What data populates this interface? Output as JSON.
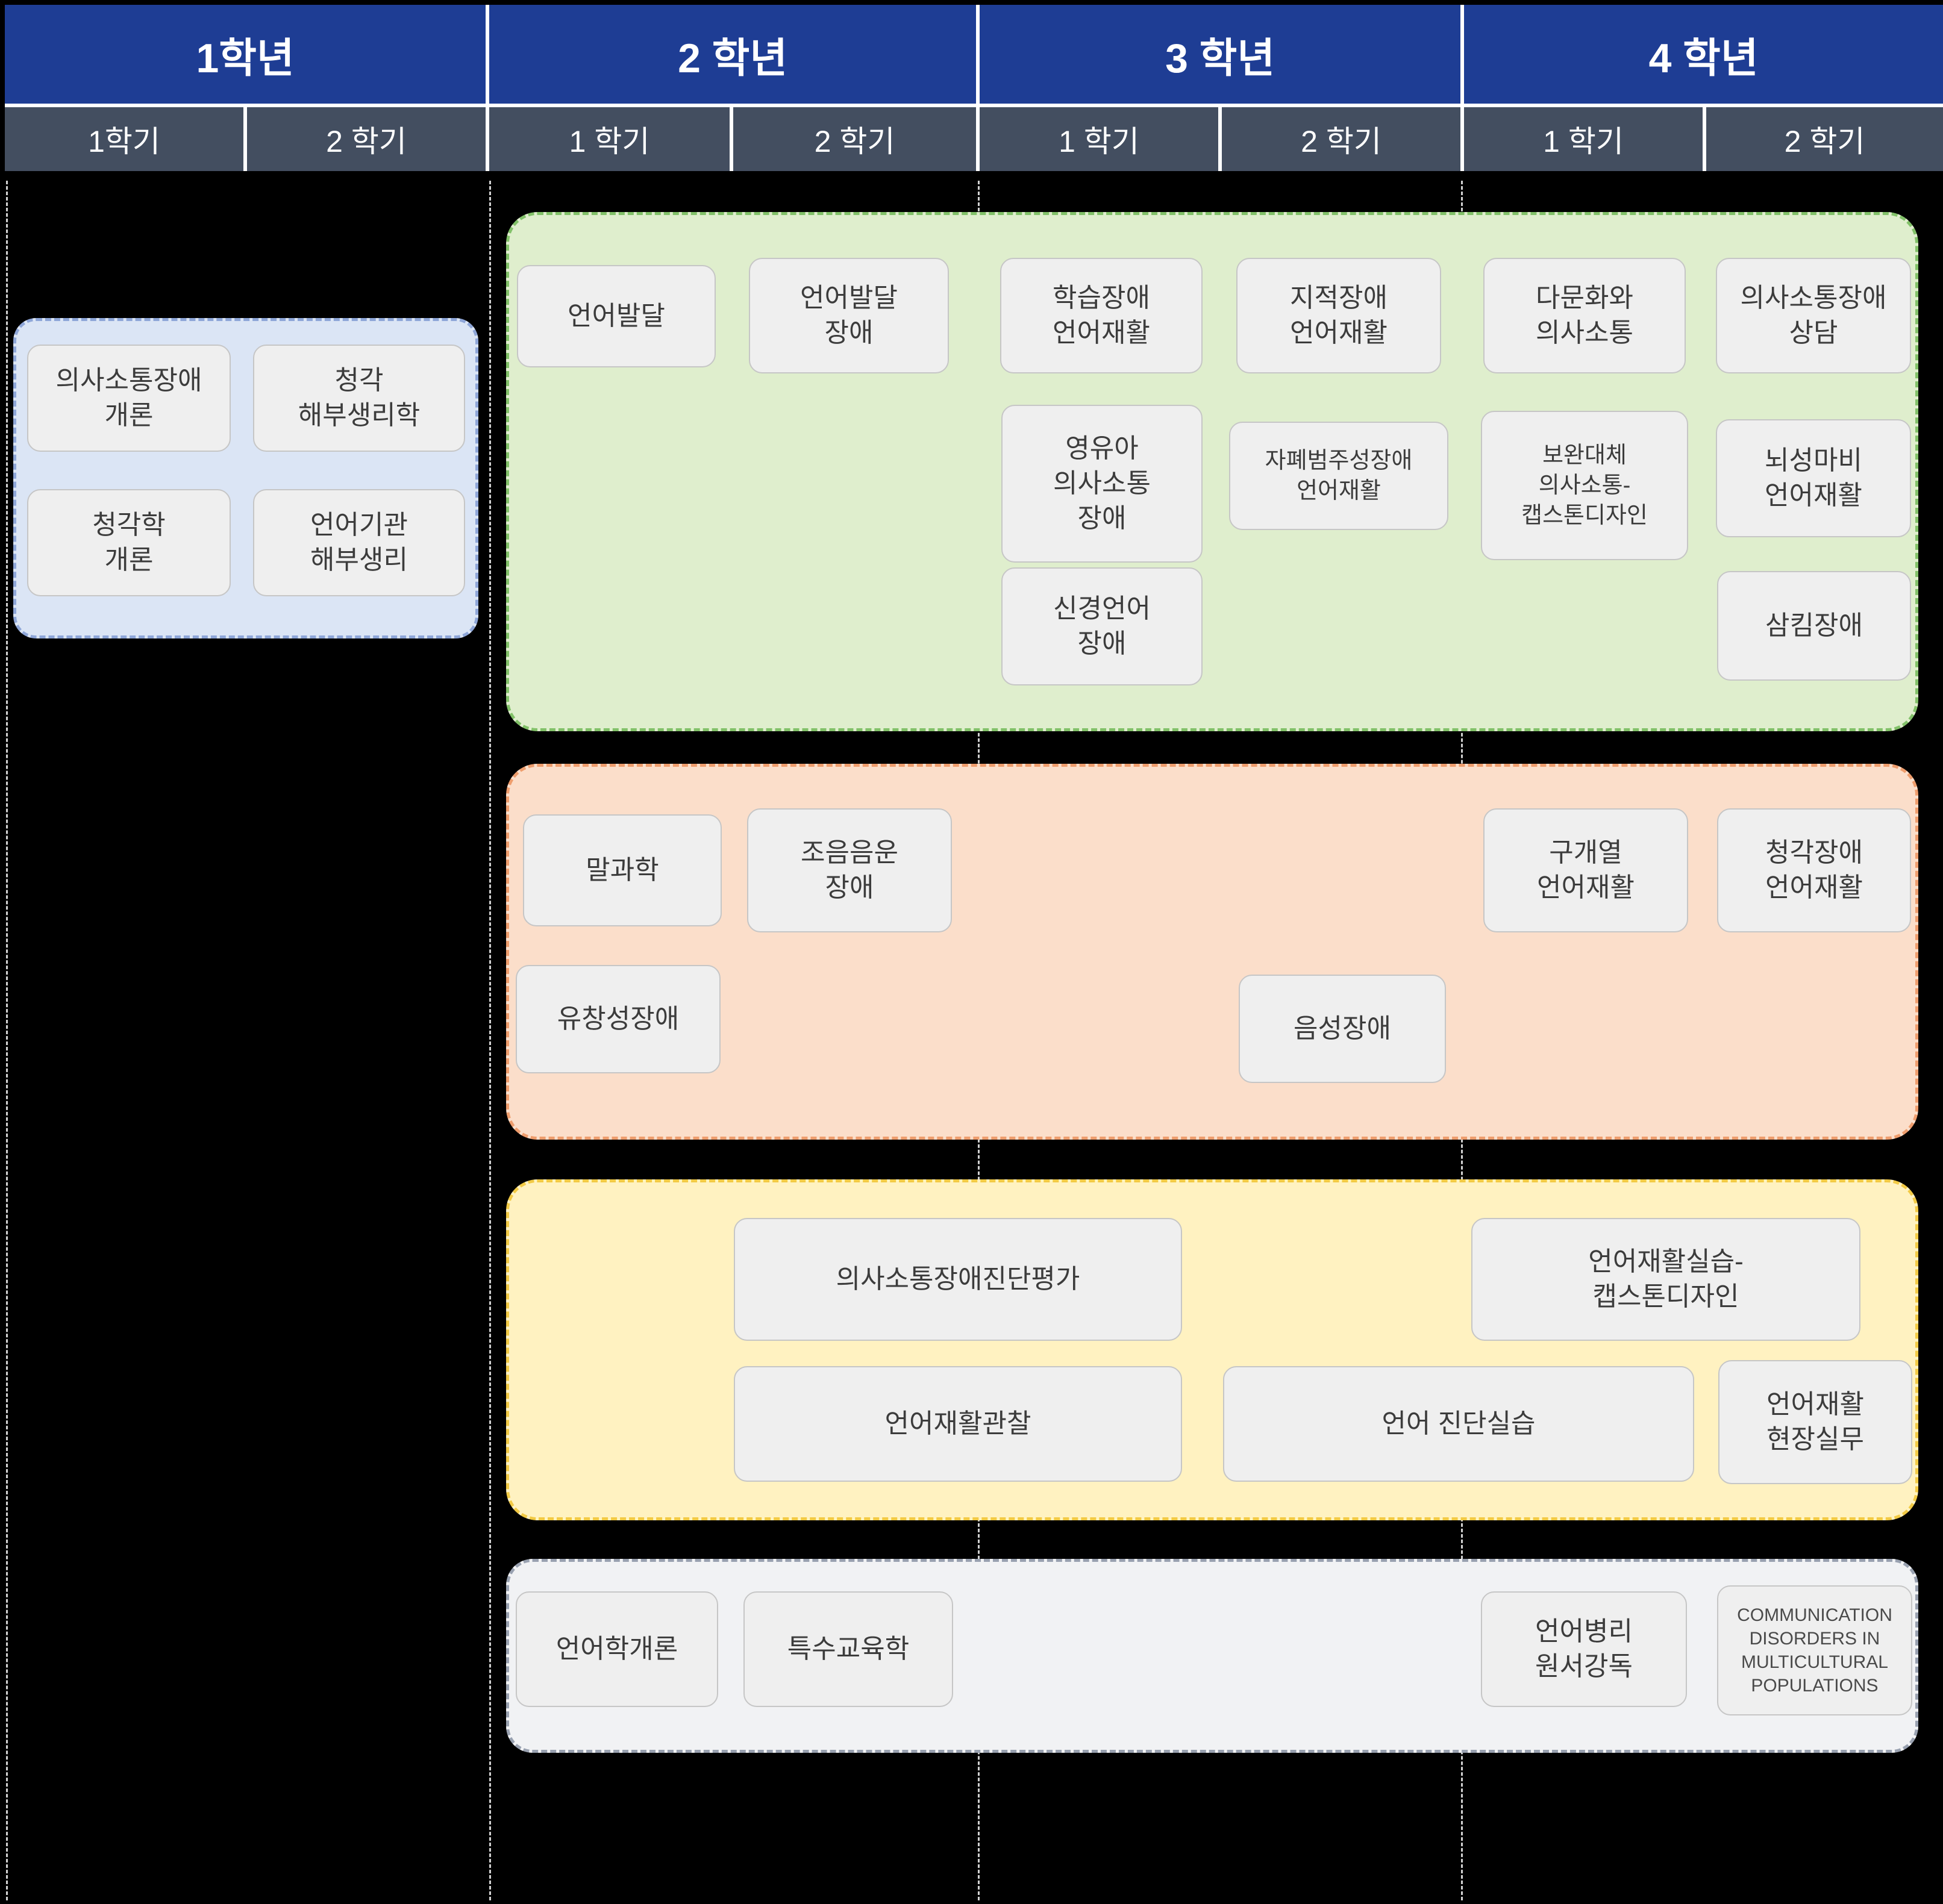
{
  "header": {
    "years": [
      "1학년",
      "2 학년",
      "3 학년",
      "4 학년"
    ],
    "semesters": [
      "1학기",
      "2 학기",
      "1 학기",
      "2 학기",
      "1 학기",
      "2 학기",
      "1 학기",
      "2 학기"
    ]
  },
  "colors": {
    "year_header_bg": "#1e3d94",
    "semester_header_bg": "#434e60",
    "background": "#000000",
    "course_bg": "#efefef",
    "group_blue_bg": "#dbe5f5",
    "group_blue_border": "#8ea6d8",
    "group_green_bg": "#dfeecd",
    "group_green_border": "#82c169",
    "group_orange_bg": "#fbdeca",
    "group_orange_border": "#ee9d6d",
    "group_yellow_bg": "#fff2c1",
    "group_yellow_border": "#f2ca45",
    "group_gray_bg": "#f1f2f4",
    "group_gray_border": "#99a1b0"
  },
  "groups": {
    "group_blue": {
      "courses": [
        "의사소통장애\n개론",
        "청각\n해부생리학",
        "청각학\n개론",
        "언어기관\n해부생리"
      ]
    },
    "group_green": {
      "courses": [
        "언어발달",
        "언어발달\n장애",
        "학습장애\n언어재활",
        "지적장애\n언어재활",
        "다문화와\n의사소통",
        "의사소통장애\n상담",
        "영유아\n의사소통\n장애",
        "자폐범주성장애\n언어재활",
        "보완대체\n의사소통-\n캡스톤디자인",
        "뇌성마비\n언어재활",
        "신경언어\n장애",
        "삼킴장애"
      ]
    },
    "group_orange": {
      "courses": [
        "말과학",
        "조음음운\n장애",
        "구개열\n언어재활",
        "청각장애\n언어재활",
        "유창성장애",
        "음성장애"
      ]
    },
    "group_yellow": {
      "courses": [
        "의사소통장애진단평가",
        "언어재활실습-\n캡스톤디자인",
        "언어재활관찰",
        "언어 진단실습",
        "언어재활\n현장실무"
      ]
    },
    "group_gray": {
      "courses": [
        "언어학개론",
        "특수교육학",
        "언어병리\n원서강독",
        "COMMUNICATION\nDISORDERS IN\nMULTICULTURAL\nPOPULATIONS"
      ]
    }
  }
}
